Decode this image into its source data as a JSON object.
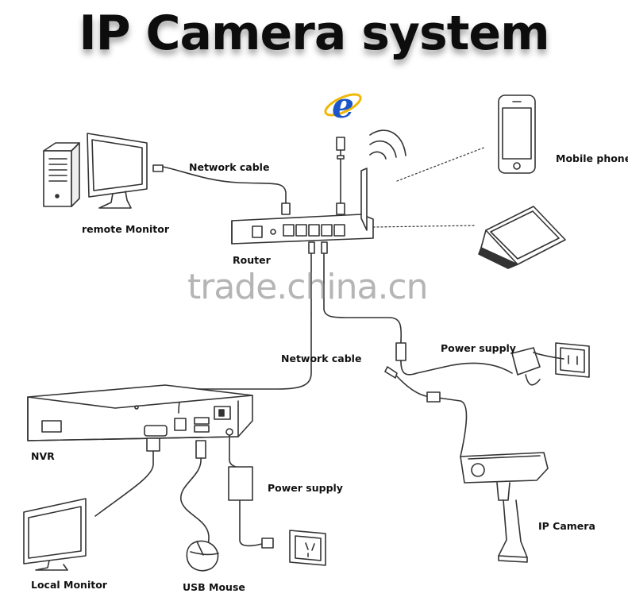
{
  "title": "IP Camera system",
  "watermark": "trade.china.cn",
  "labels": {
    "remote_monitor": "remote Monitor",
    "network_cable_top": "Network cable",
    "router": "Router",
    "mobile_phone": "Mobile phone",
    "network_cable_mid": "Network cable",
    "power_supply_camera": "Power supply",
    "nvr": "NVR",
    "power_supply_nvr": "Power supply",
    "ip_camera": "IP Camera",
    "local_monitor": "Local Monitor",
    "usb_mouse": "USB Mouse"
  },
  "icons": {
    "internet": "internet-explorer-icon",
    "ie_letter": "e"
  },
  "colors": {
    "ie_blue": "#1a56c8",
    "ie_ring": "#f2b705",
    "line": "#333333"
  }
}
